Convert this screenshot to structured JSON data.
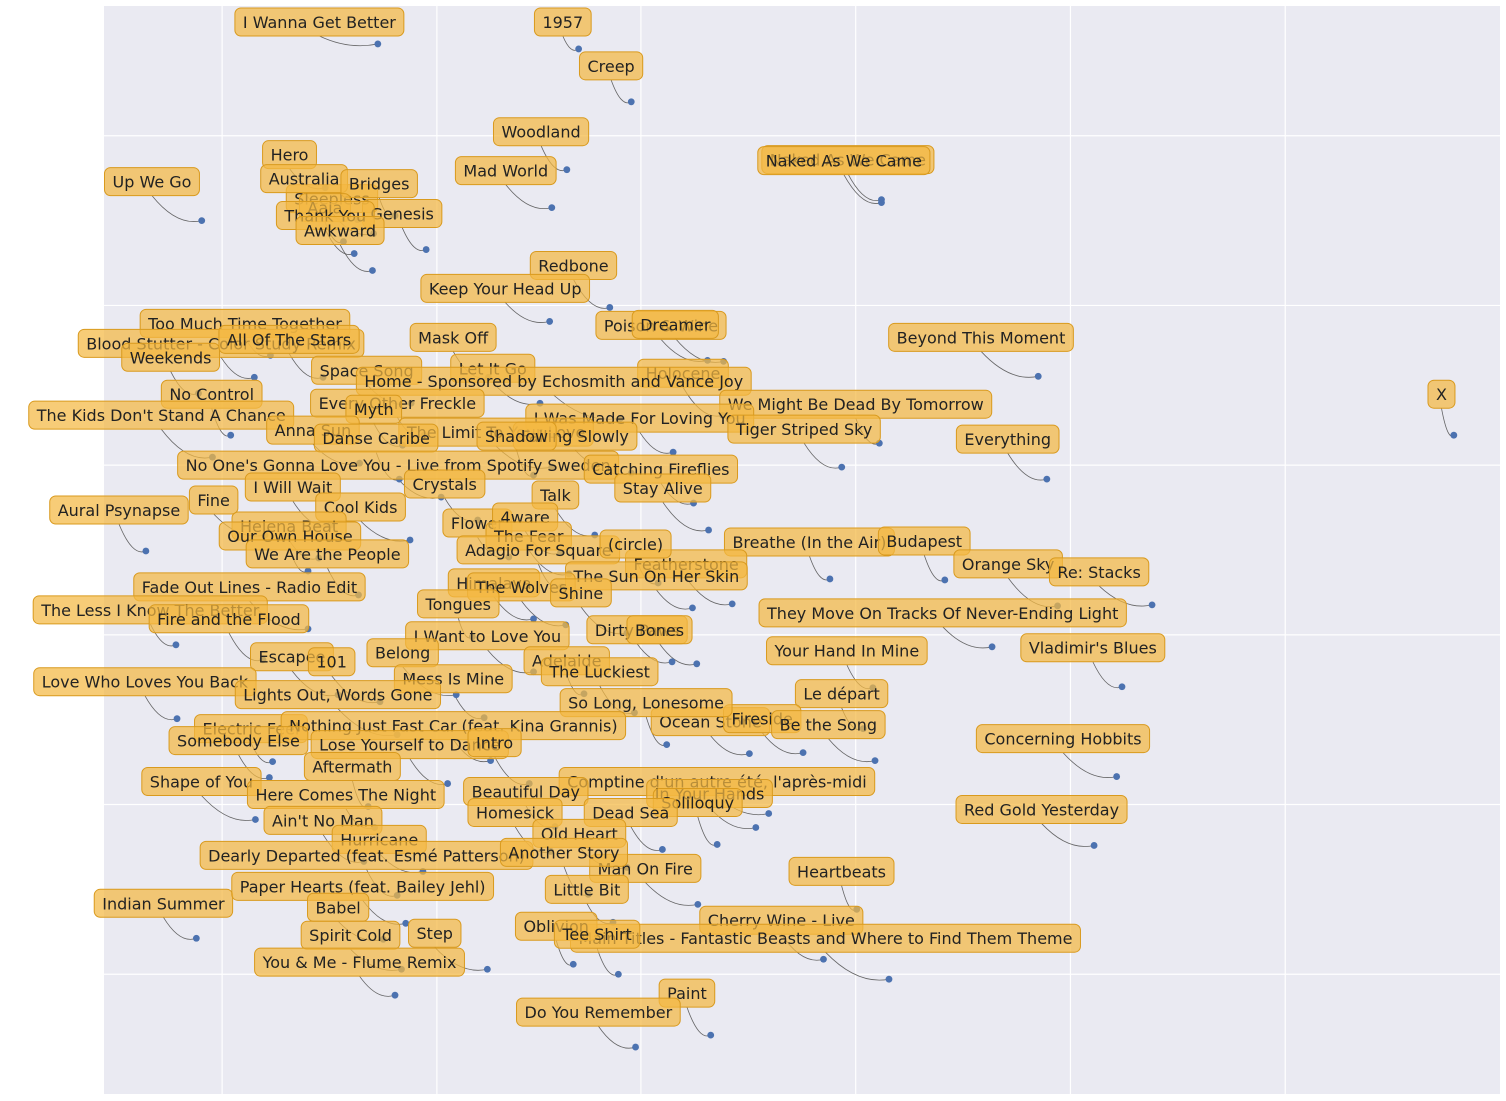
{
  "chart_data": {
    "type": "scatter",
    "title": "",
    "xlabel": "",
    "ylabel": "",
    "grid": true,
    "colors": {
      "background": "#eaeaf2",
      "grid": "#ffffff",
      "point": "#4c72b0",
      "label_fill": "#f4b942",
      "label_edge": "#d99a1e"
    },
    "points": [
      {
        "label": "I Wanna Get Better",
        "x": 0.555,
        "y": 0.038
      },
      {
        "label": "1957",
        "x": 0.742,
        "y": 0.043
      },
      {
        "label": "Creep",
        "x": 0.791,
        "y": 0.096
      },
      {
        "label": "Woodland",
        "x": 0.731,
        "y": 0.164
      },
      {
        "label": "Naked As We Came",
        "x": 1.024,
        "y": 0.194
      },
      {
        "label": "Naked As We Came",
        "x": 1.024,
        "y": 0.197
      },
      {
        "label": "Hero",
        "x": 0.506,
        "y": 0.182
      },
      {
        "label": "Sleepless",
        "x": 0.551,
        "y": 0.228
      },
      {
        "label": "Mad World",
        "x": 0.717,
        "y": 0.202
      },
      {
        "label": "Up We Go",
        "x": 0.391,
        "y": 0.215
      },
      {
        "label": "Australia",
        "x": 0.536,
        "y": 0.214
      },
      {
        "label": "Bridges",
        "x": 0.571,
        "y": 0.21
      },
      {
        "label": "Aaja",
        "x": 0.523,
        "y": 0.236
      },
      {
        "label": "Genesis",
        "x": 0.6,
        "y": 0.244
      },
      {
        "label": "Thank You",
        "x": 0.533,
        "y": 0.248
      },
      {
        "label": "Awkward",
        "x": 0.55,
        "y": 0.265
      },
      {
        "label": "Redbone",
        "x": 0.771,
        "y": 0.302
      },
      {
        "label": "Keep Your Head Up",
        "x": 0.715,
        "y": 0.316
      },
      {
        "label": "Poison & Wine",
        "x": 0.862,
        "y": 0.355
      },
      {
        "label": "Dreamer",
        "x": 0.877,
        "y": 0.356
      },
      {
        "label": "Beyond This Moment",
        "x": 1.17,
        "y": 0.371
      },
      {
        "label": "X",
        "x": 1.557,
        "y": 0.43
      },
      {
        "label": "Too Much Time Together",
        "x": 0.455,
        "y": 0.35
      },
      {
        "label": "Blood Stutter - Color Study Remix",
        "x": 0.44,
        "y": 0.372
      },
      {
        "label": "Weekends",
        "x": 0.388,
        "y": 0.388
      },
      {
        "label": "All Of The Stars",
        "x": 0.504,
        "y": 0.372
      },
      {
        "label": "Mask Off",
        "x": 0.658,
        "y": 0.372
      },
      {
        "label": "Holocene",
        "x": 0.876,
        "y": 0.41
      },
      {
        "label": "Space Song",
        "x": 0.586,
        "y": 0.398
      },
      {
        "label": "Let It Go",
        "x": 0.706,
        "y": 0.398
      },
      {
        "label": "Home - Sponsored by Echosmith and Vance Joy",
        "x": 0.781,
        "y": 0.413
      },
      {
        "label": "We Might Be Dead By Tomorrow",
        "x": 1.022,
        "y": 0.438
      },
      {
        "label": "No Control",
        "x": 0.418,
        "y": 0.43
      },
      {
        "label": "Every Other Freckle",
        "x": 0.598,
        "y": 0.43
      },
      {
        "label": "I Was Made For Loving You",
        "x": 0.83,
        "y": 0.447
      },
      {
        "label": "Myth",
        "x": 0.578,
        "y": 0.44
      },
      {
        "label": "Tiger Striped Sky",
        "x": 0.987,
        "y": 0.462
      },
      {
        "label": "Everything",
        "x": 1.178,
        "y": 0.474
      },
      {
        "label": "The Kids Don't Stand A Chance",
        "x": 0.401,
        "y": 0.452
      },
      {
        "label": "Anna Sun",
        "x": 0.538,
        "y": 0.458
      },
      {
        "label": "The Limit To Your Love",
        "x": 0.717,
        "y": 0.462
      },
      {
        "label": "Falling Slowly",
        "x": 0.791,
        "y": 0.468
      },
      {
        "label": "Shadow",
        "x": 0.7,
        "y": 0.47
      },
      {
        "label": "Danse Caribe",
        "x": 0.575,
        "y": 0.474
      },
      {
        "label": "No One's Gonna Love You - Live from Spotify Sweden",
        "x": 0.614,
        "y": 0.492
      },
      {
        "label": "Catching Fireflies",
        "x": 0.849,
        "y": 0.498
      },
      {
        "label": "Crystals",
        "x": 0.648,
        "y": 0.515
      },
      {
        "label": "I Will Wait",
        "x": 0.511,
        "y": 0.52
      },
      {
        "label": "Talk",
        "x": 0.757,
        "y": 0.53
      },
      {
        "label": "Stay Alive",
        "x": 0.863,
        "y": 0.525
      },
      {
        "label": "Cool Kids",
        "x": 0.585,
        "y": 0.535
      },
      {
        "label": "Fine",
        "x": 0.45,
        "y": 0.53
      },
      {
        "label": "Breathe (In the Air)",
        "x": 0.976,
        "y": 0.574
      },
      {
        "label": "Budapest",
        "x": 1.083,
        "y": 0.575
      },
      {
        "label": "Aural Psynapse",
        "x": 0.339,
        "y": 0.546
      },
      {
        "label": "Helena Beat",
        "x": 0.5,
        "y": 0.553
      },
      {
        "label": "Flower",
        "x": 0.677,
        "y": 0.552
      },
      {
        "label": "4ware",
        "x": 0.725,
        "y": 0.548
      },
      {
        "label": "The Fear",
        "x": 0.733,
        "y": 0.569
      },
      {
        "label": "Featherstone",
        "x": 0.885,
        "y": 0.599
      },
      {
        "label": "Orange Sky",
        "x": 1.188,
        "y": 0.601
      },
      {
        "label": "Re: Stacks",
        "x": 1.276,
        "y": 0.6
      },
      {
        "label": "Our Own House",
        "x": 0.49,
        "y": 0.566
      },
      {
        "label": "Adagio For Square",
        "x": 0.726,
        "y": 0.582
      },
      {
        "label": "(circle)",
        "x": 0.816,
        "y": 0.578
      },
      {
        "label": "We Are the People",
        "x": 0.537,
        "y": 0.59
      },
      {
        "label": "The Sun On Her Skin",
        "x": 0.848,
        "y": 0.603
      },
      {
        "label": "They Move On Tracks Of Never-Ending Light",
        "x": 1.127,
        "y": 0.642
      },
      {
        "label": "Himalaya",
        "x": 0.7,
        "y": 0.614
      },
      {
        "label": "The Wolves",
        "x": 0.73,
        "y": 0.62
      },
      {
        "label": "Shine",
        "x": 0.787,
        "y": 0.628
      },
      {
        "label": "Fade Out Lines - Radio Edit",
        "x": 0.49,
        "y": 0.624
      },
      {
        "label": "Tongues",
        "x": 0.643,
        "y": 0.632
      },
      {
        "label": "The Less I Know The Better",
        "x": 0.367,
        "y": 0.64
      },
      {
        "label": "Your Hand In Mine",
        "x": 1.016,
        "y": 0.683
      },
      {
        "label": "Vladimir's Blues",
        "x": 1.248,
        "y": 0.682
      },
      {
        "label": "Fire and the Flood",
        "x": 0.448,
        "y": 0.655
      },
      {
        "label": "Dirty Paws",
        "x": 0.829,
        "y": 0.657
      },
      {
        "label": "Bones",
        "x": 0.852,
        "y": 0.659
      },
      {
        "label": "I Want to Love You",
        "x": 0.7,
        "y": 0.667
      },
      {
        "label": "Escapee",
        "x": 0.518,
        "y": 0.69
      },
      {
        "label": "101",
        "x": 0.557,
        "y": 0.697
      },
      {
        "label": "Belong",
        "x": 0.628,
        "y": 0.69
      },
      {
        "label": "Adelaide",
        "x": 0.747,
        "y": 0.689
      },
      {
        "label": "Le départ",
        "x": 1.007,
        "y": 0.724
      },
      {
        "label": "Love Who Loves You Back",
        "x": 0.368,
        "y": 0.714
      },
      {
        "label": "Mess Is Mine",
        "x": 0.654,
        "y": 0.713
      },
      {
        "label": "The Luckiest",
        "x": 0.794,
        "y": 0.708
      },
      {
        "label": "Ocean Stone",
        "x": 0.901,
        "y": 0.749
      },
      {
        "label": "Fireside",
        "x": 0.951,
        "y": 0.748
      },
      {
        "label": "Be the Song",
        "x": 1.018,
        "y": 0.756
      },
      {
        "label": "Concerning Hobbits",
        "x": 1.243,
        "y": 0.772
      },
      {
        "label": "Lights Out, Words Gone",
        "x": 0.573,
        "y": 0.73
      },
      {
        "label": "So Long, Lonesome",
        "x": 0.824,
        "y": 0.74
      },
      {
        "label": "Electric Feel",
        "x": 0.457,
        "y": 0.757
      },
      {
        "label": "Nothing Just Fast Car (feat. Kina Grannis)",
        "x": 0.66,
        "y": 0.756
      },
      {
        "label": "Somebody Else",
        "x": 0.454,
        "y": 0.773
      },
      {
        "label": "Lose Yourself to Dance",
        "x": 0.62,
        "y": 0.779
      },
      {
        "label": "Intro",
        "x": 0.696,
        "y": 0.779
      },
      {
        "label": "Comptine d'un autre été, l'après-midi",
        "x": 0.919,
        "y": 0.809
      },
      {
        "label": "In Your Hands",
        "x": 0.907,
        "y": 0.823
      },
      {
        "label": "Red Gold Yesterday",
        "x": 1.222,
        "y": 0.841
      },
      {
        "label": "Shape of You",
        "x": 0.441,
        "y": 0.815
      },
      {
        "label": "Aftermath",
        "x": 0.546,
        "y": 0.802
      },
      {
        "label": "Soliloquy",
        "x": 0.871,
        "y": 0.84
      },
      {
        "label": "Here Comes The Night",
        "x": 0.552,
        "y": 0.823
      },
      {
        "label": "Beautiful Day",
        "x": 0.72,
        "y": 0.822
      },
      {
        "label": "Dead Sea",
        "x": 0.82,
        "y": 0.845
      },
      {
        "label": "Homesick",
        "x": 0.716,
        "y": 0.847
      },
      {
        "label": "Ain't No Man",
        "x": 0.542,
        "y": 0.857
      },
      {
        "label": "Hurricane",
        "x": 0.597,
        "y": 0.867
      },
      {
        "label": "Old Heart",
        "x": 0.787,
        "y": 0.863
      },
      {
        "label": "Man On Fire",
        "x": 0.853,
        "y": 0.9
      },
      {
        "label": "Heartbeats",
        "x": 1.001,
        "y": 0.905
      },
      {
        "label": "Dearly Departed (feat. Esmé Patterson)",
        "x": 0.573,
        "y": 0.891
      },
      {
        "label": "Another Story",
        "x": 0.751,
        "y": 0.89
      },
      {
        "label": "Little Bit",
        "x": 0.774,
        "y": 0.918
      },
      {
        "label": "Indian Summer",
        "x": 0.386,
        "y": 0.934
      },
      {
        "label": "Paper Hearts (feat. Bailey Jehl)",
        "x": 0.581,
        "y": 0.919
      },
      {
        "label": "Cherry Wine - Live",
        "x": 0.97,
        "y": 0.955
      },
      {
        "label": "Main Titles - Fantastic Beasts and Where to Find Them Theme",
        "x": 1.031,
        "y": 0.975
      },
      {
        "label": "Babel",
        "x": 0.56,
        "y": 0.935
      },
      {
        "label": "Spirit Cold",
        "x": 0.577,
        "y": 0.965
      },
      {
        "label": "Step",
        "x": 0.657,
        "y": 0.965
      },
      {
        "label": "Oblivion",
        "x": 0.737,
        "y": 0.96
      },
      {
        "label": "Tee Shirt",
        "x": 0.779,
        "y": 0.97
      },
      {
        "label": "Paint",
        "x": 0.865,
        "y": 1.031
      },
      {
        "label": "You & Me - Flume Remix",
        "x": 0.571,
        "y": 0.991
      },
      {
        "label": "Do You Remember",
        "x": 0.795,
        "y": 1.043
      }
    ]
  }
}
